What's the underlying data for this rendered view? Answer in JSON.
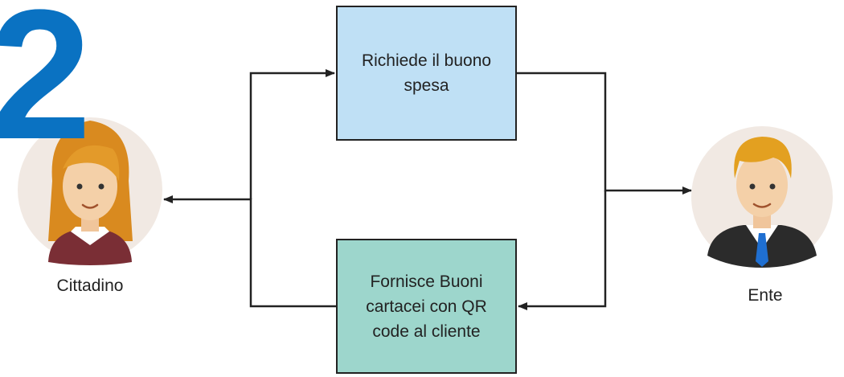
{
  "step_number": "2",
  "nodes": {
    "request": {
      "text": "Richiede il buono\nspesa"
    },
    "provide": {
      "text": "Fornisce Buoni\ncartacei con QR\ncode al cliente"
    }
  },
  "actors": {
    "citizen": {
      "label": "Cittadino",
      "icon": "woman-avatar-icon"
    },
    "entity": {
      "label": "Ente",
      "icon": "man-avatar-icon"
    }
  },
  "colors": {
    "step_number": "#0a72c2",
    "request_box": "#bfe0f5",
    "provide_box": "#9dd6cc",
    "avatar_bg": "#f1e9e3",
    "connector": "#222222"
  }
}
